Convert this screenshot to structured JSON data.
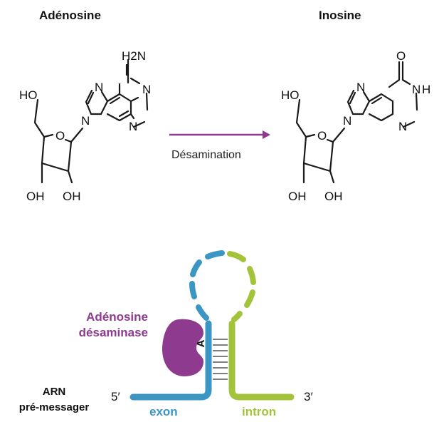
{
  "reaction": {
    "reactant": {
      "title": "Adénosine",
      "amine_group": "H2N",
      "hydroxyl_5": "HO",
      "hydroxyl_2": "OH",
      "hydroxyl_3": "OH",
      "ring_N": "N",
      "ring_O": "O"
    },
    "product": {
      "title": "Inosine",
      "carbonyl_O": "O",
      "NH": "N",
      "H": "H",
      "hydroxyl_5": "HO",
      "hydroxyl_2": "OH",
      "hydroxyl_3": "OH",
      "ring_N": "N",
      "ring_O": "O"
    },
    "arrow_label": "Désamination",
    "arrow_color": "#8e3a8f"
  },
  "hairpin": {
    "enzyme_label_line1": "Adénosine",
    "enzyme_label_line2": "désaminase",
    "enzyme_color": "#8e3a8f",
    "base_label": "A",
    "rna_label_line1": "ARN",
    "rna_label_line2": "pré-messager",
    "five_prime": "5′",
    "three_prime": "3′",
    "exon_label": "exon",
    "intron_label": "intron",
    "exon_color": "#3b96c4",
    "intron_color": "#a3c43a"
  }
}
